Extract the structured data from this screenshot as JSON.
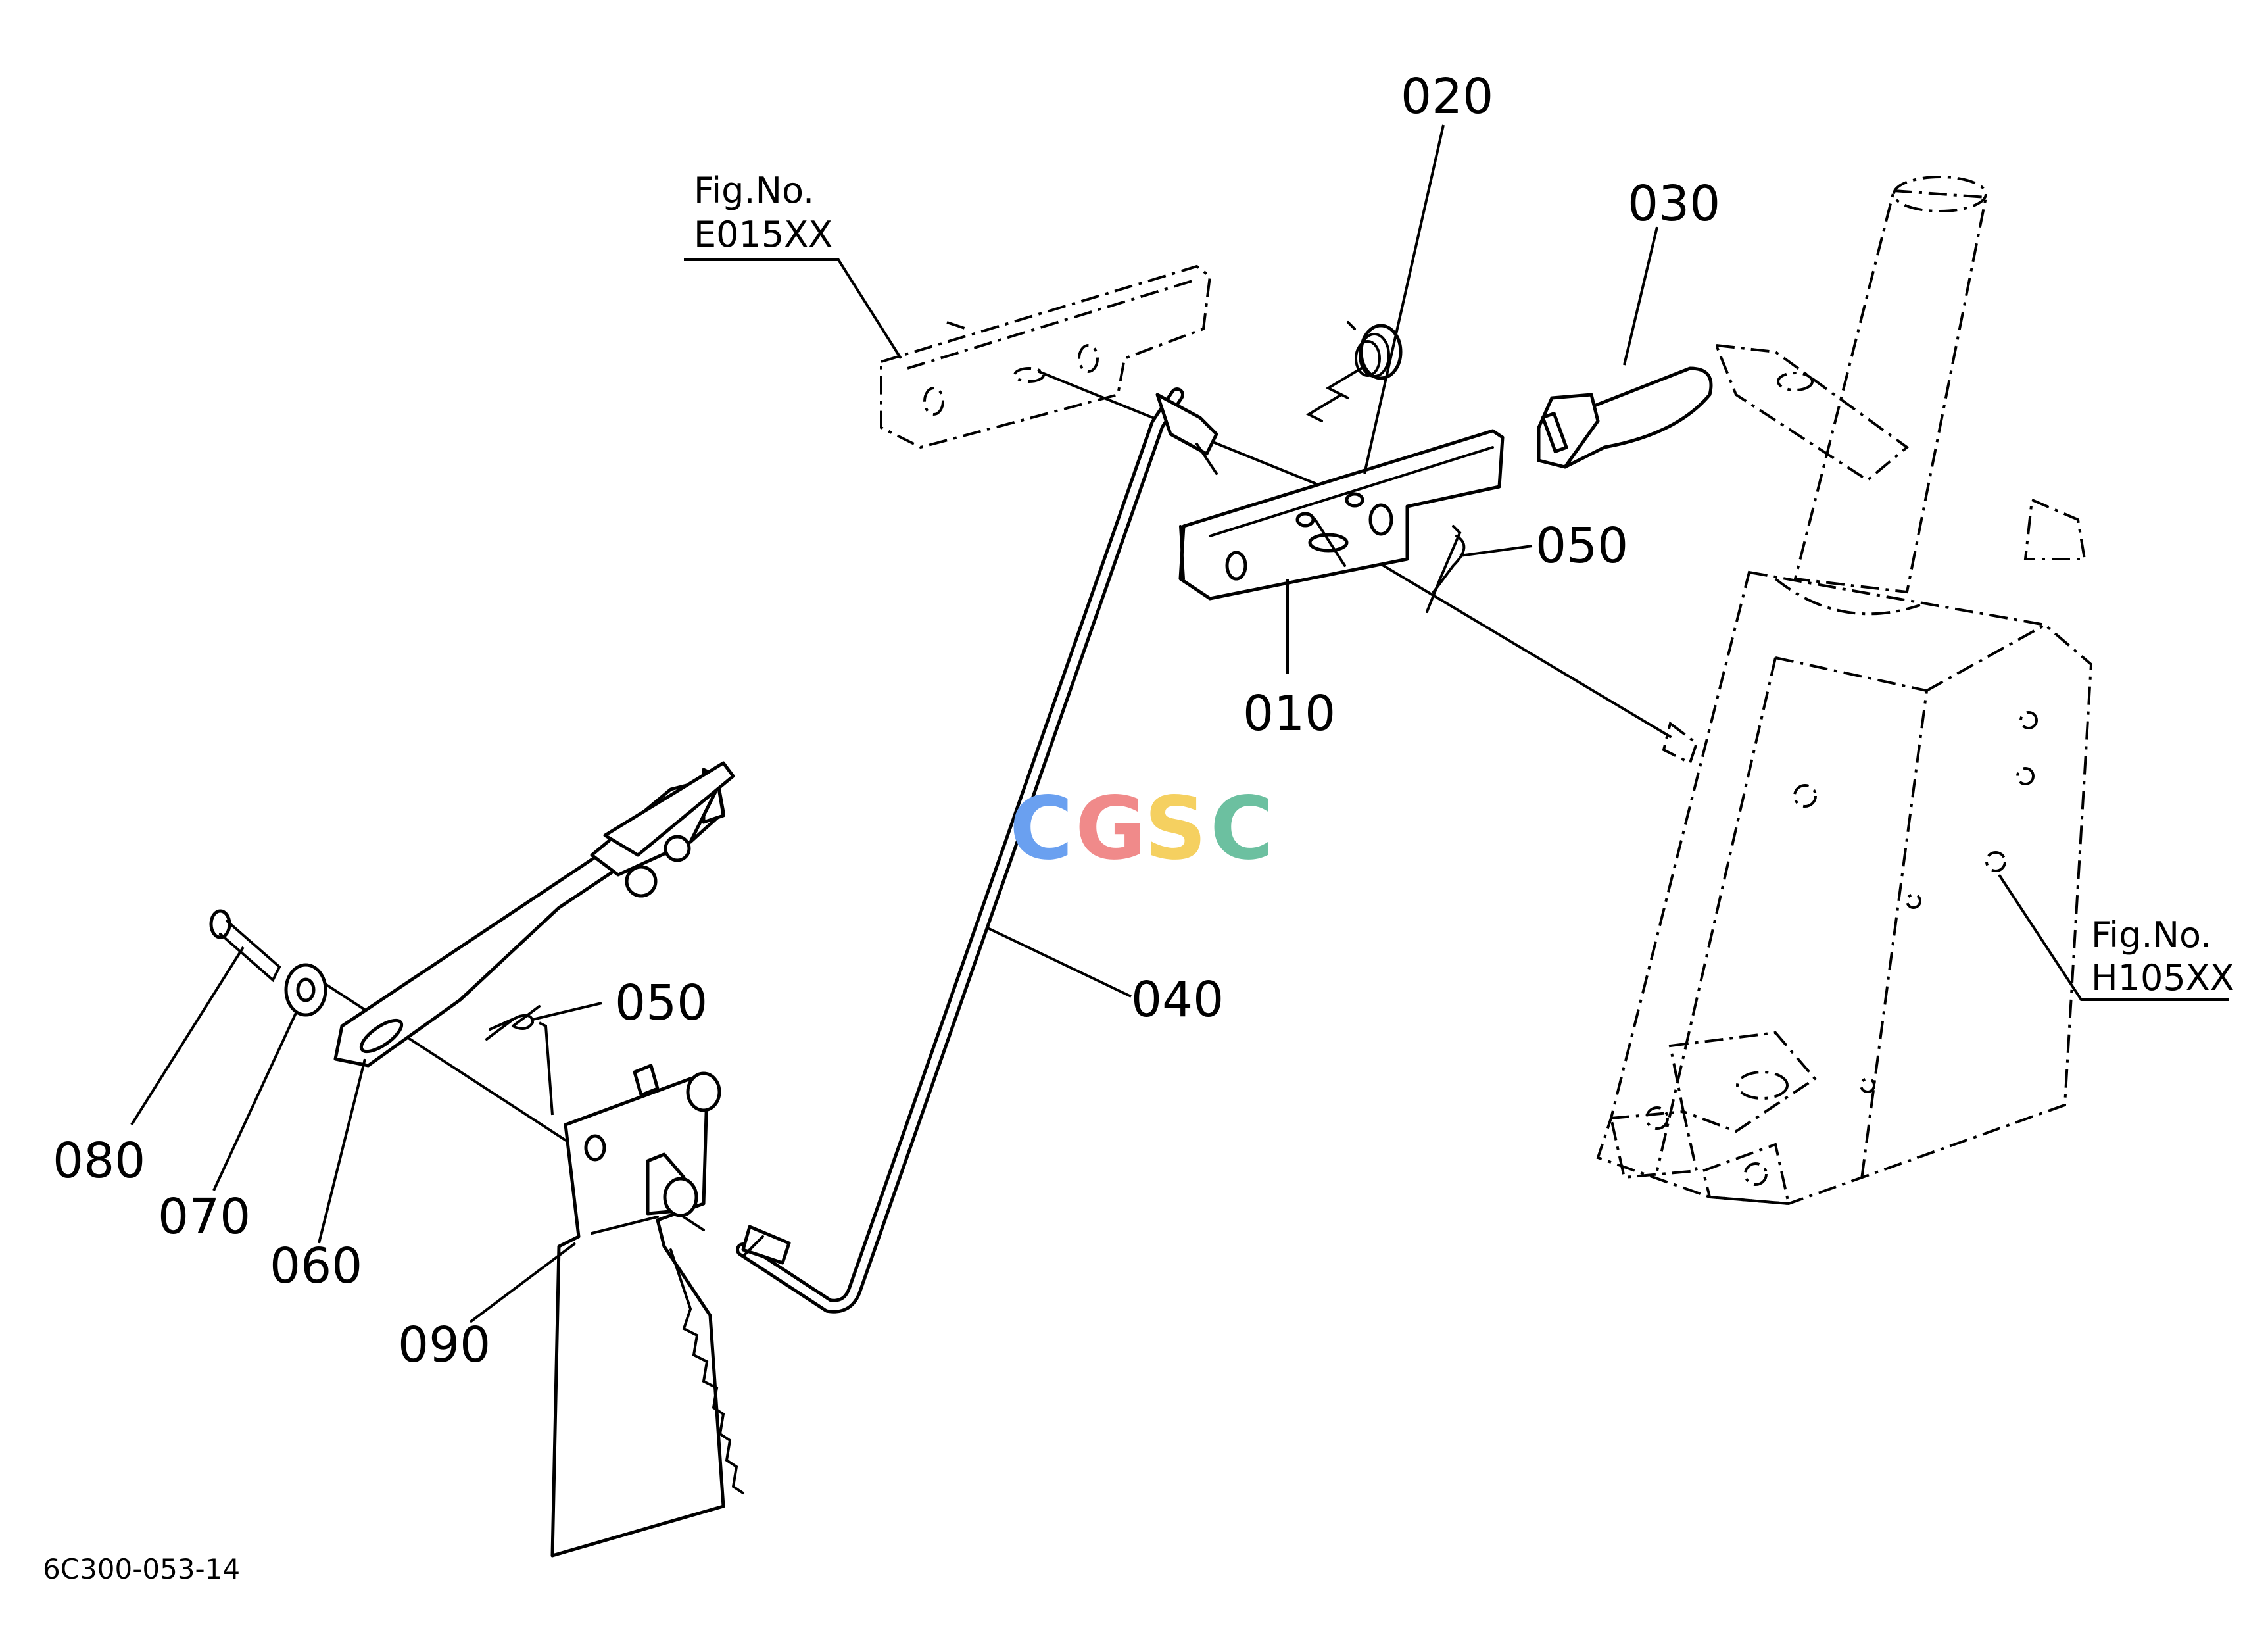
{
  "callouts": {
    "p010": "010",
    "p020": "020",
    "p030": "030",
    "p040": "040",
    "p050_upper": "050",
    "p050_lower": "050",
    "p060": "060",
    "p070": "070",
    "p080": "080",
    "p090": "090"
  },
  "figure_refs": {
    "upper_left": {
      "line1": "Fig.No.",
      "line2": "E015XX"
    },
    "right": {
      "line1": "Fig.No.",
      "line2": "H105XX"
    }
  },
  "drawing_code": "6C300-053-14",
  "watermark": {
    "letters": [
      "C",
      "G",
      "S",
      "C"
    ],
    "colors": [
      "#6aa0f0",
      "#f08a8a",
      "#f5d060",
      "#6cc0a0"
    ]
  }
}
